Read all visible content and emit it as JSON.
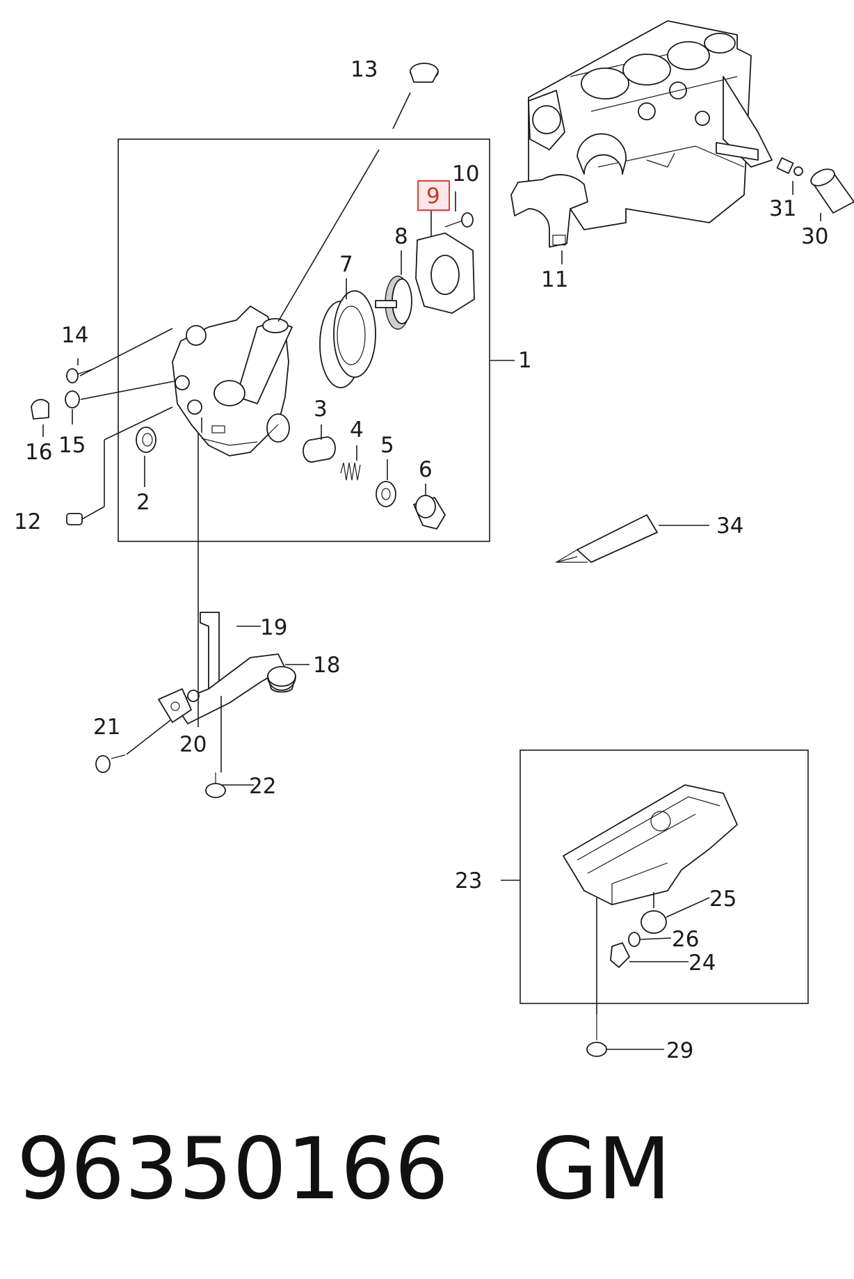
{
  "callouts": {
    "c1": "1",
    "c2": "2",
    "c3": "3",
    "c4": "4",
    "c5": "5",
    "c6": "6",
    "c7": "7",
    "c8": "8",
    "c9": "9",
    "c10": "10",
    "c11": "11",
    "c12": "12",
    "c13": "13",
    "c14": "14",
    "c15": "15",
    "c16": "16",
    "c18": "18",
    "c19": "19",
    "c20": "20",
    "c21": "21",
    "c22": "22",
    "c23": "23",
    "c24": "24",
    "c25": "25",
    "c26": "26",
    "c29": "29",
    "c30": "30",
    "c31": "31",
    "c34": "34"
  },
  "highlighted_callout": "9",
  "highlight_color": "#e23b3b",
  "footer": {
    "part_number": "96350166",
    "brand": "GM"
  }
}
